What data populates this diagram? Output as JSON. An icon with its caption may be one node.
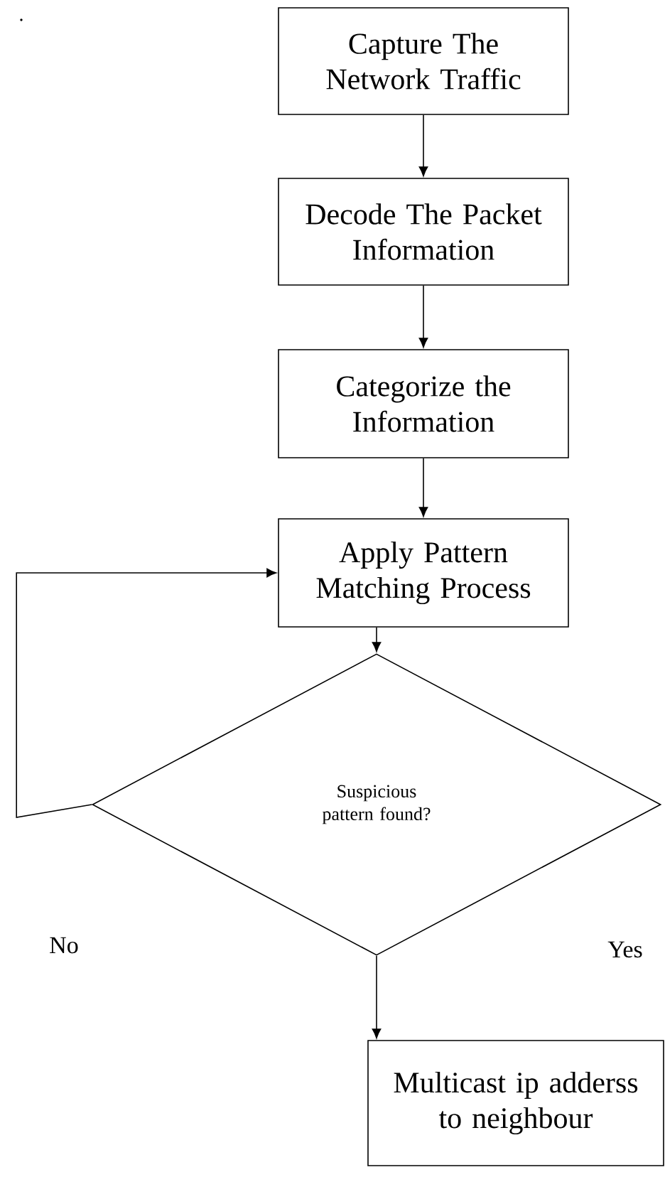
{
  "diagram": {
    "nodes": [
      {
        "text": [
          "Capture The Network Traffic"
        ]
      },
      {
        "text": [
          "Decode The Packet Information"
        ]
      },
      {
        "text": [
          "Categorize the Information"
        ]
      },
      {
        "text": [
          "Apply Pattern Matching Process"
        ]
      },
      {
        "text": [
          "Suspicious pattern found?"
        ]
      },
      {
        "text": [
          "Multicast ip adderss to neighbour"
        ]
      }
    ],
    "edges": [
      {
        "from": 0,
        "to": 1,
        "arrow": "to"
      },
      {
        "from": 1,
        "to": 2,
        "arrow": "to"
      },
      {
        "from": 2,
        "to": 3,
        "arrow": "to"
      },
      {
        "from": 3,
        "to": 4,
        "arrow": "to"
      },
      {
        "from": 4,
        "to": 3,
        "arrow": "to"
      },
      {
        "from": 4,
        "to": 5,
        "arrow": "to"
      }
    ],
    "labels": [
      ".",
      "No",
      "Yes"
    ]
  }
}
